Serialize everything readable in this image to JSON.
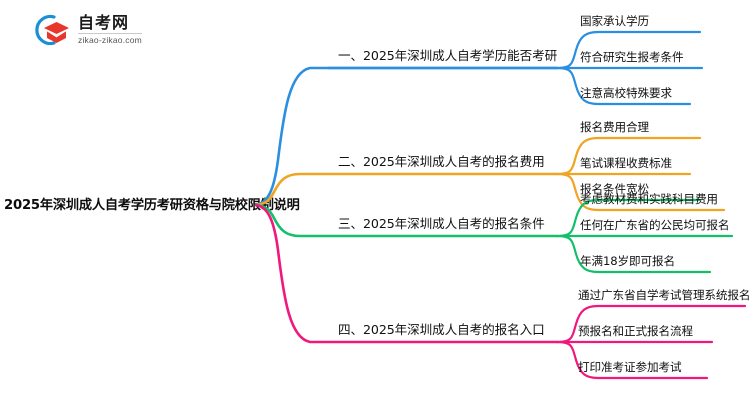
{
  "logo": {
    "name": "自考网",
    "url": "zikao-zikao.com",
    "mark_icon": "graduation-cap-icon",
    "arc_color": "#1a8fd6",
    "cap_color": "#e8362c"
  },
  "root": {
    "label": "2025年深圳成人自考学历考研资格与院校限制说明"
  },
  "branches": [
    {
      "index": "1",
      "label": "一、2025年深圳成人自考学历能否考研",
      "color": "#2a8fe0",
      "leaves": [
        {
          "label": "国家承认学历"
        },
        {
          "label": "符合研究生报考条件"
        },
        {
          "label": "注意高校特殊要求"
        }
      ]
    },
    {
      "index": "2",
      "label": "二、2025年深圳成人自考的报名费用",
      "color": "#f0a422",
      "leaves": [
        {
          "label": "报名费用合理"
        },
        {
          "label": "笔试课程收费标准"
        },
        {
          "label": "考虑教材费和实践科目费用"
        }
      ]
    },
    {
      "index": "3",
      "label": "三、2025年深圳成人自考的报名条件",
      "color": "#13c06a",
      "leaves": [
        {
          "label": "报名条件宽松"
        },
        {
          "label": "任何在广东省的公民均可报名"
        },
        {
          "label": "年满18岁即可报名"
        }
      ]
    },
    {
      "index": "4",
      "label": "四、2025年深圳成人自考的报名入口",
      "color": "#f0187e",
      "leaves": [
        {
          "label": "通过广东省自学考试管理系统报名"
        },
        {
          "label": "预报名和正式报名流程"
        },
        {
          "label": "打印准考证参加考试"
        }
      ]
    }
  ]
}
